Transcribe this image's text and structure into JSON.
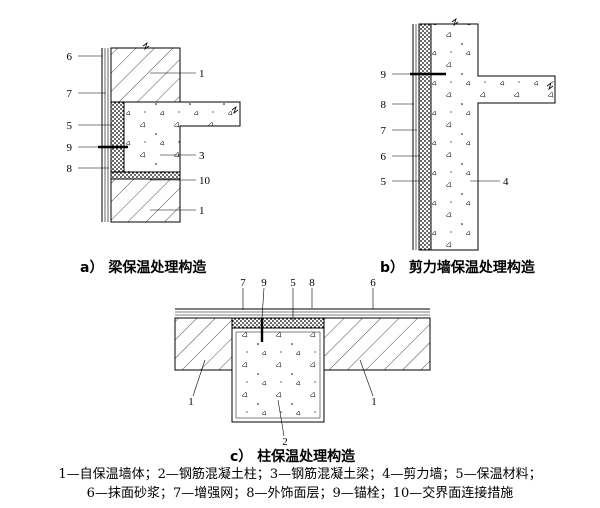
{
  "captions": {
    "a": "a）  梁保温处理构造",
    "b": "b）  剪力墙保温处理构造",
    "c": "c）  柱保温处理构造"
  },
  "callouts": {
    "a": {
      "n1_top": "1",
      "n1_bot": "1",
      "n3": "3",
      "n5": "5",
      "n6": "6",
      "n7": "7",
      "n8": "8",
      "n9": "9",
      "n10": "10"
    },
    "b": {
      "n9": "9",
      "n8": "8",
      "n7": "7",
      "n6": "6",
      "n5": "5",
      "n4": "4"
    },
    "c": {
      "n7": "7",
      "n9": "9",
      "n5": "5",
      "n8": "8",
      "n6": "6",
      "n1_left": "1",
      "n1_right": "1",
      "n2": "2"
    }
  },
  "legend": {
    "line1": "1—自保温墙体；2—钢筋混凝土柱；3—钢筋混凝土梁；4—剪力墙；5—保温材料；",
    "line2": "6—抹面砂浆；7—增强网；8—外饰面层；9—锚栓；10—交界面连接措施"
  }
}
